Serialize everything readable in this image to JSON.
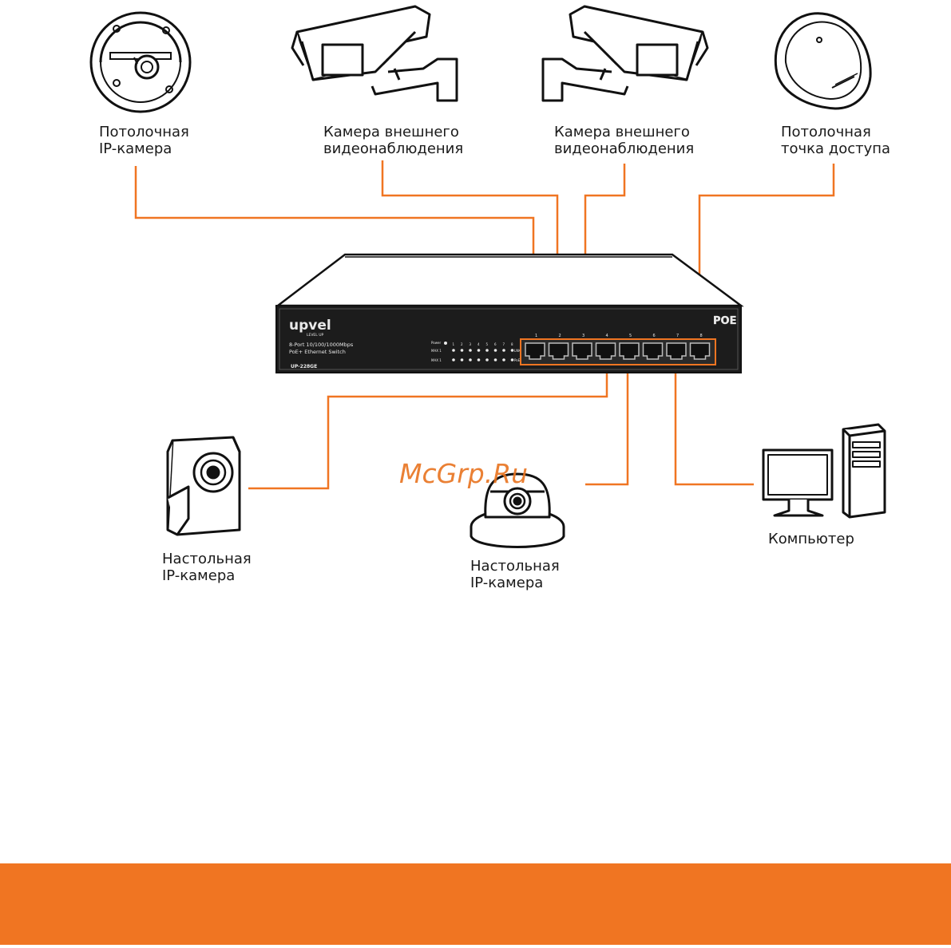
{
  "devices": {
    "ceiling_camera": {
      "line1": "Потолочная",
      "line2": "IP-камера"
    },
    "outdoor_camera_left": {
      "line1": "Камера внешнего",
      "line2": "видеонаблюдения"
    },
    "outdoor_camera_right": {
      "line1": "Камера внешнего",
      "line2": "видеонаблюдения"
    },
    "ceiling_access_point": {
      "line1": "Потолочная",
      "line2": "точка доступа"
    },
    "desktop_camera_left": {
      "line1": "Настольная",
      "line2": "IP-камера"
    },
    "desktop_camera_ptz": {
      "line1": "Настольная",
      "line2": "IP-камера"
    },
    "computer": {
      "line1": "Компьютер"
    }
  },
  "switch": {
    "brand": "upvel",
    "slogan": "LEVEL UP",
    "description_line1": "8-Port 10/100/1000Mbps",
    "description_line2": "PoE+ Ethernet Switch",
    "model": "UP-228GE",
    "poe_badge": "POE",
    "power_label": "Power",
    "row1_label": "MAX 1",
    "row2_label": "MAX 1",
    "row1_suffix": "LNK",
    "row2_suffix": "PoE",
    "port_numbers": [
      "1",
      "2",
      "3",
      "4",
      "5",
      "6",
      "7",
      "8"
    ]
  },
  "watermark": "McGrp.Ru",
  "colors": {
    "connection_line": "#f07522",
    "footer_band": "#f07522",
    "switch_body": "#1c1c1c"
  }
}
